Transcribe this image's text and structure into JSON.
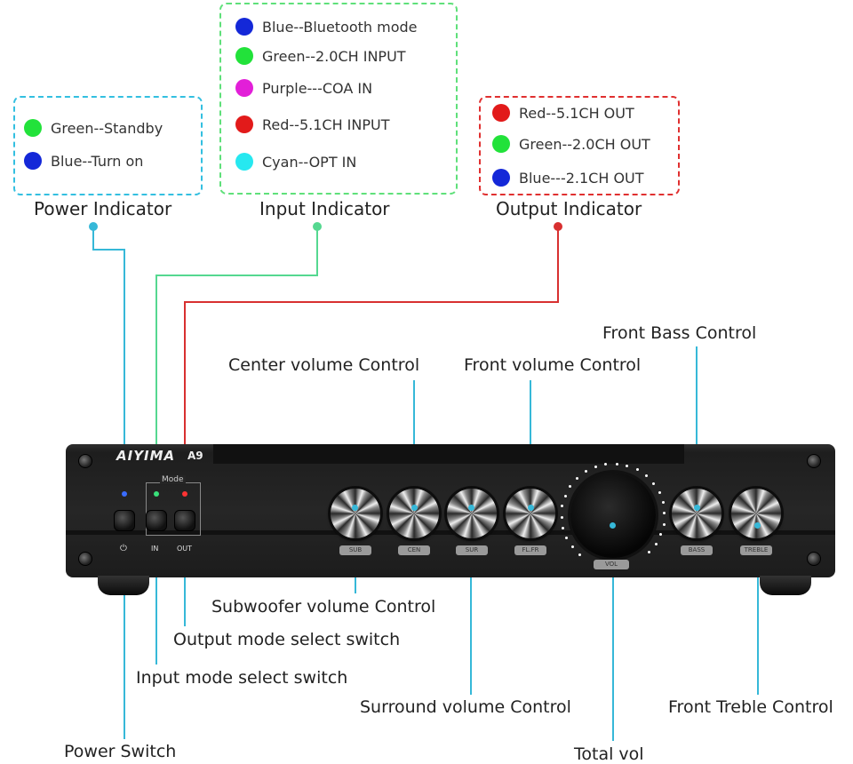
{
  "power_indicator": {
    "title": "Power Indicator",
    "items": [
      {
        "color": "#22e23a",
        "text": "Green--Standby"
      },
      {
        "color": "#1428d8",
        "text": "Blue--Turn on"
      }
    ],
    "border_color": "#33bfe0"
  },
  "input_indicator": {
    "title": "Input Indicator",
    "items": [
      {
        "color": "#1428d8",
        "text": "Blue--Bluetooth mode"
      },
      {
        "color": "#22e23a",
        "text": "Green--2.0CH INPUT"
      },
      {
        "color": "#e21fd8",
        "text": "Purple---COA IN"
      },
      {
        "color": "#e21a1a",
        "text": "Red--5.1CH INPUT"
      },
      {
        "color": "#26e8f0",
        "text": "Cyan--OPT IN"
      }
    ],
    "border_color": "#5fe07a"
  },
  "output_indicator": {
    "title": "Output Indicator",
    "items": [
      {
        "color": "#e21a1a",
        "text": "Red--5.1CH OUT"
      },
      {
        "color": "#22e23a",
        "text": "Green--2.0CH OUT"
      },
      {
        "color": "#1428d8",
        "text": "Blue---2.1CH OUT"
      }
    ],
    "border_color": "#e03030"
  },
  "callouts": {
    "front_bass": "Front  Bass Control",
    "center_volume": "Center volume Control",
    "front_volume": "Front volume Control",
    "subwoofer_volume": "Subwoofer volume Control",
    "output_mode": "Output mode select switch",
    "input_mode": "Input mode select switch",
    "surround_volume": "Surround volume Control",
    "front_treble": "Front Treble Control",
    "power_switch": "Power Switch",
    "total_vol": "Total vol"
  },
  "device": {
    "brand": "AIYIMA",
    "model": "A9",
    "mode_label": "Mode",
    "button_labels": {
      "power": "⏻",
      "in": "IN",
      "out": "OUT"
    },
    "knob_tags": [
      "SUB",
      "CEN",
      "SUR",
      "FL.FR",
      "VOL",
      "BASS",
      "TREBLE"
    ]
  },
  "line_colors": {
    "cyan": "#36b8d8",
    "green": "#55d890",
    "red": "#d83030"
  }
}
